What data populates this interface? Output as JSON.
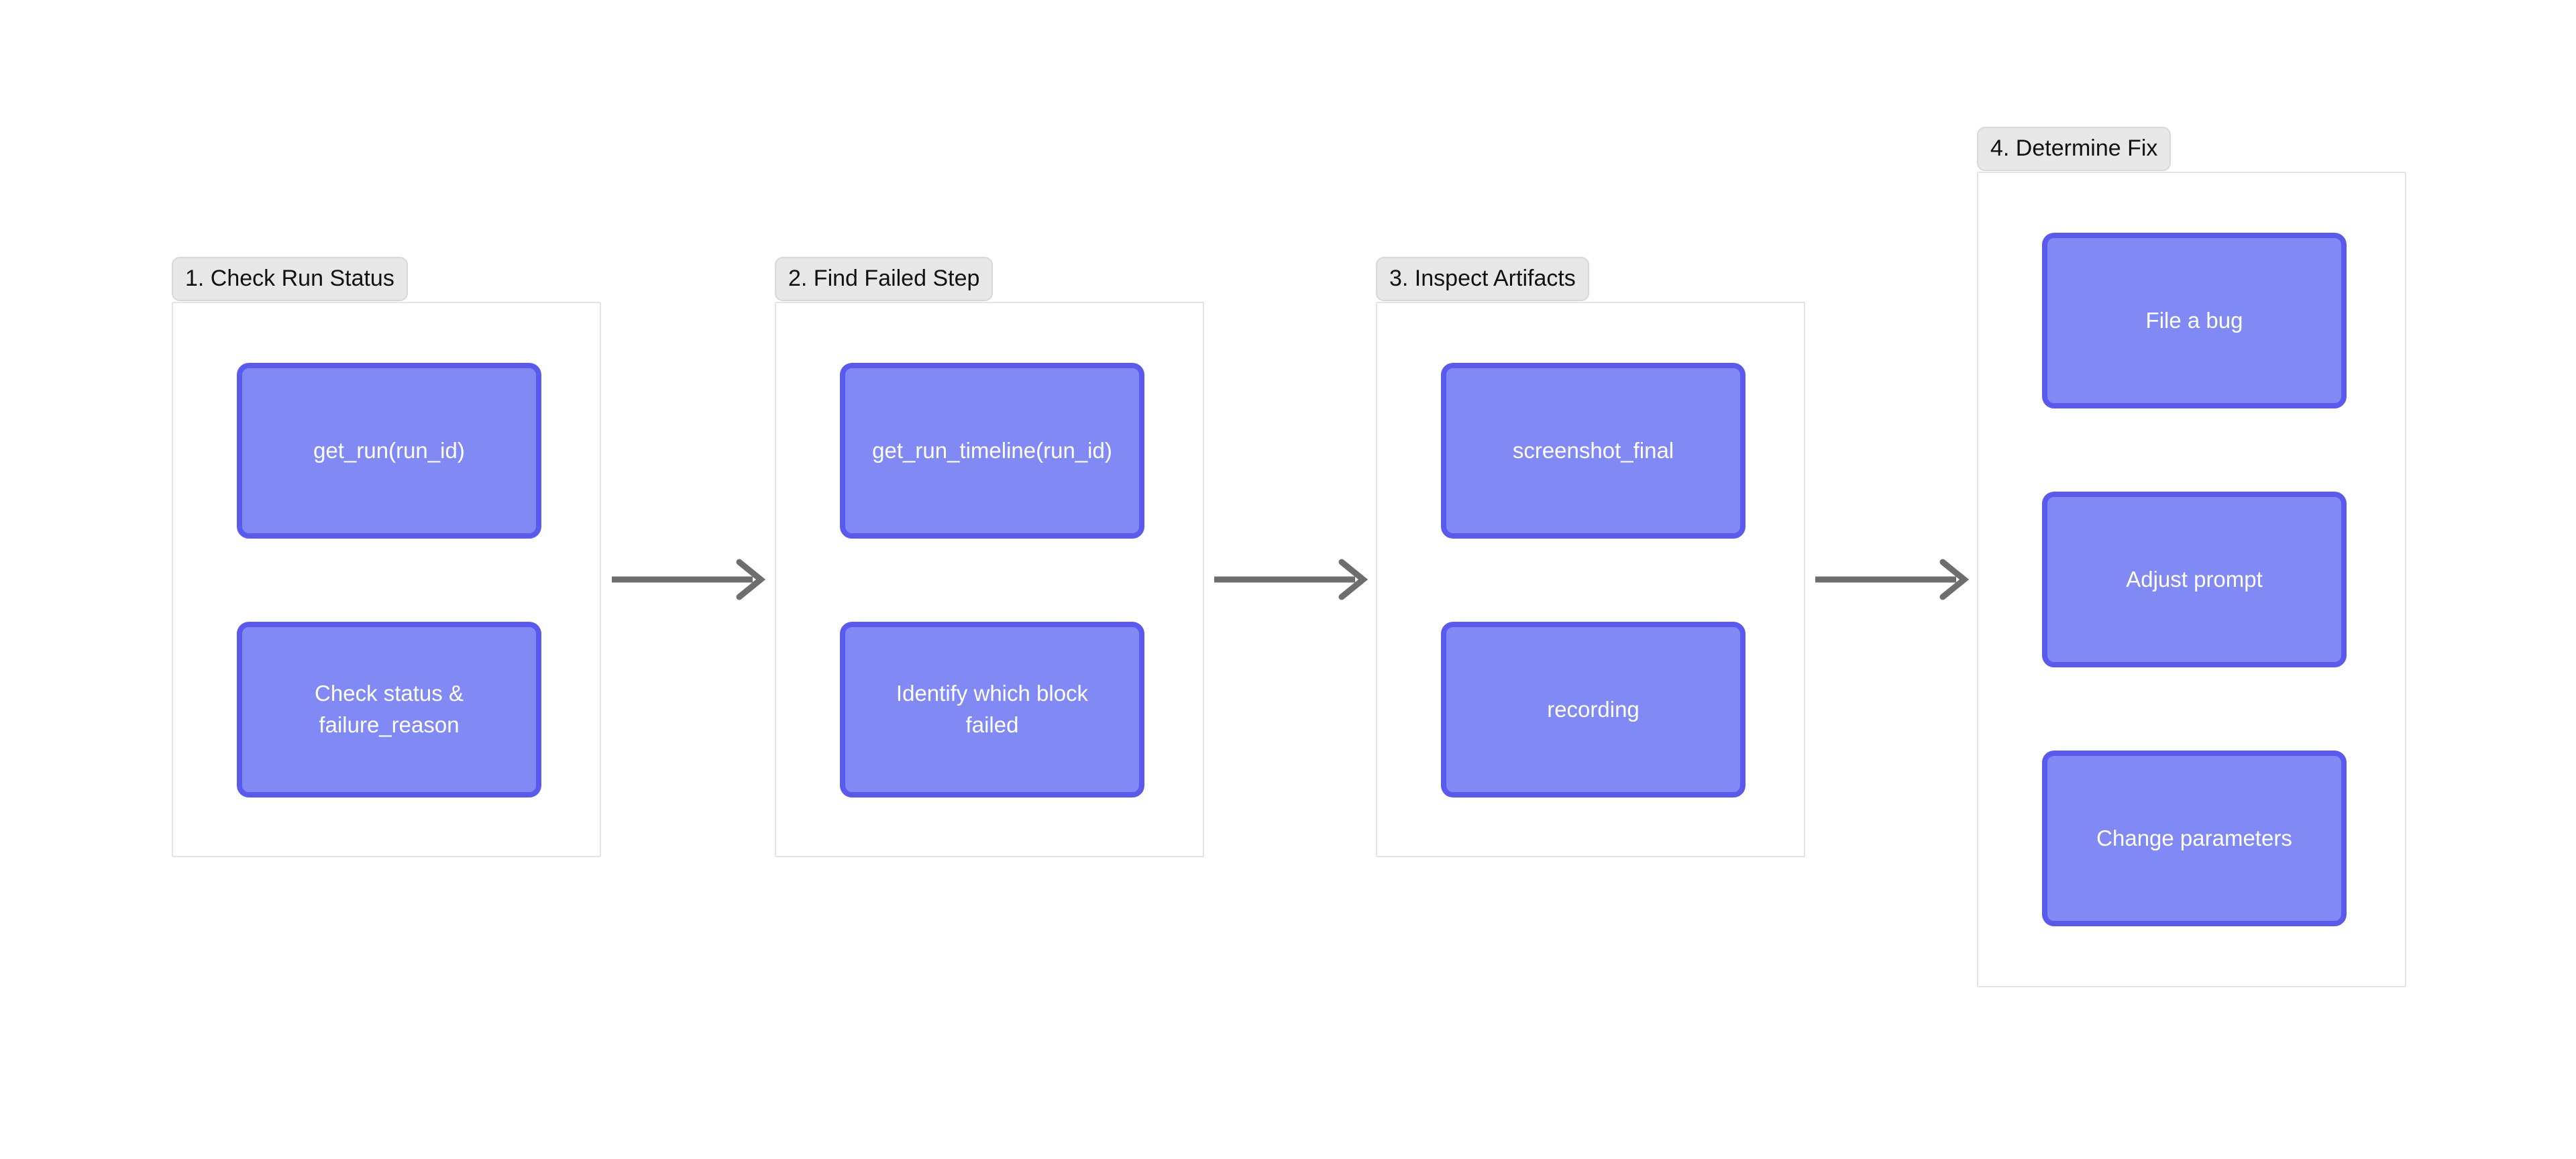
{
  "diagram": {
    "type": "flowchart",
    "direction": "left-to-right",
    "title": "",
    "background_color": "#ffffff",
    "node_fill_color": "#8189f5",
    "node_border_color": "#5a5bec",
    "node_text_color": "#ffffff",
    "cluster_border_color": "#e4e4e4",
    "cluster_label_background": "#e8e8e8",
    "arrow_color": "#6e6e6e"
  },
  "clusters": [
    {
      "id": "cluster1",
      "label": "1. Check Run Status",
      "nodes": [
        {
          "id": "n1",
          "label": "get_run(run_id)"
        },
        {
          "id": "n2",
          "label": "Check status &\nfailure_reason"
        }
      ]
    },
    {
      "id": "cluster2",
      "label": "2. Find Failed Step",
      "nodes": [
        {
          "id": "n3",
          "label": "get_run_timeline(run_id)"
        },
        {
          "id": "n4",
          "label": "Identify which block\nfailed"
        }
      ]
    },
    {
      "id": "cluster3",
      "label": "3. Inspect Artifacts",
      "nodes": [
        {
          "id": "n5",
          "label": "screenshot_final"
        },
        {
          "id": "n6",
          "label": "recording"
        }
      ]
    },
    {
      "id": "cluster4",
      "label": "4. Determine Fix",
      "nodes": [
        {
          "id": "n7",
          "label": "File a bug"
        },
        {
          "id": "n8",
          "label": "Adjust prompt"
        },
        {
          "id": "n9",
          "label": "Change parameters"
        }
      ]
    }
  ],
  "edges": [
    {
      "from": "cluster1",
      "to": "cluster2",
      "label": "",
      "style": "solid-arrow"
    },
    {
      "from": "cluster2",
      "to": "cluster3",
      "label": "",
      "style": "solid-arrow"
    },
    {
      "from": "cluster3",
      "to": "cluster4",
      "label": "",
      "style": "solid-arrow"
    }
  ]
}
